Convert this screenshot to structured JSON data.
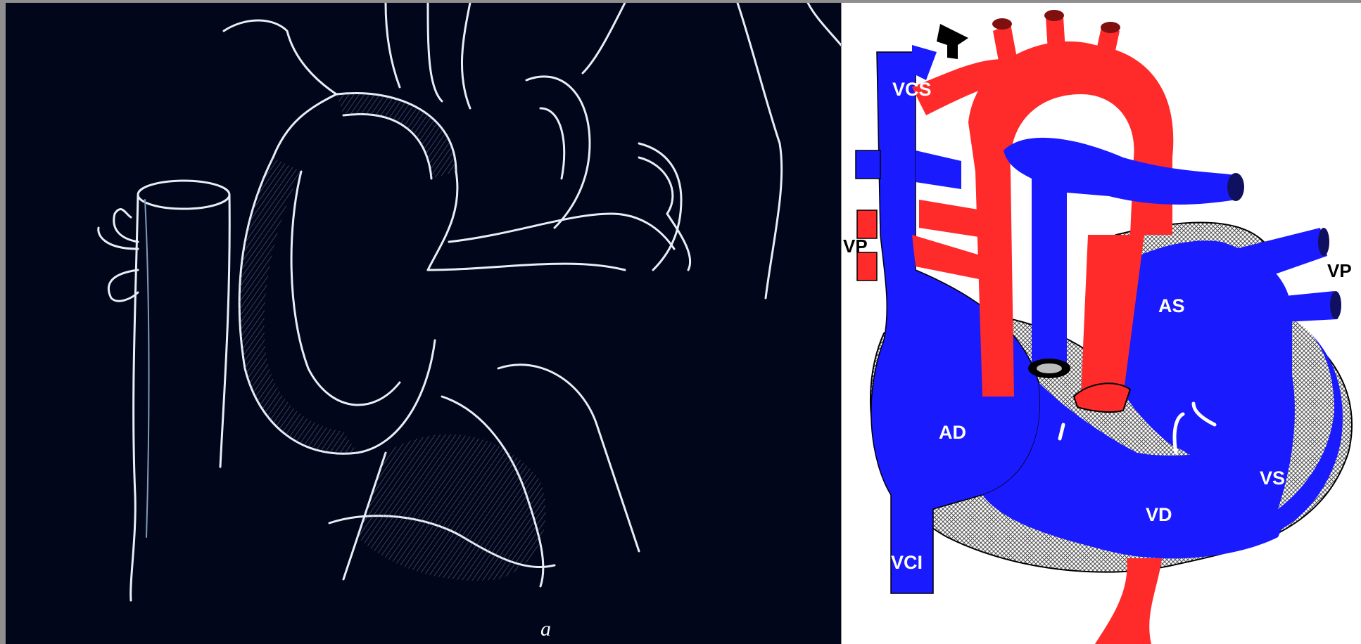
{
  "left_panel": {
    "caption": "a",
    "colors": {
      "background": "#02061a",
      "line": "#e8eef5",
      "shade": "#7f9bb8"
    }
  },
  "right_panel": {
    "labels": {
      "vcs": "VCS",
      "vp_left": "VP",
      "vp_right": "VP",
      "as": "AS",
      "ad": "AD",
      "vd": "VD",
      "vs": "VS",
      "vci": "VCI"
    },
    "colors": {
      "venous": "#1a1aff",
      "arterial": "#ff2a2a",
      "myocardium": "#bdbdbd",
      "background": "#ffffff"
    }
  }
}
